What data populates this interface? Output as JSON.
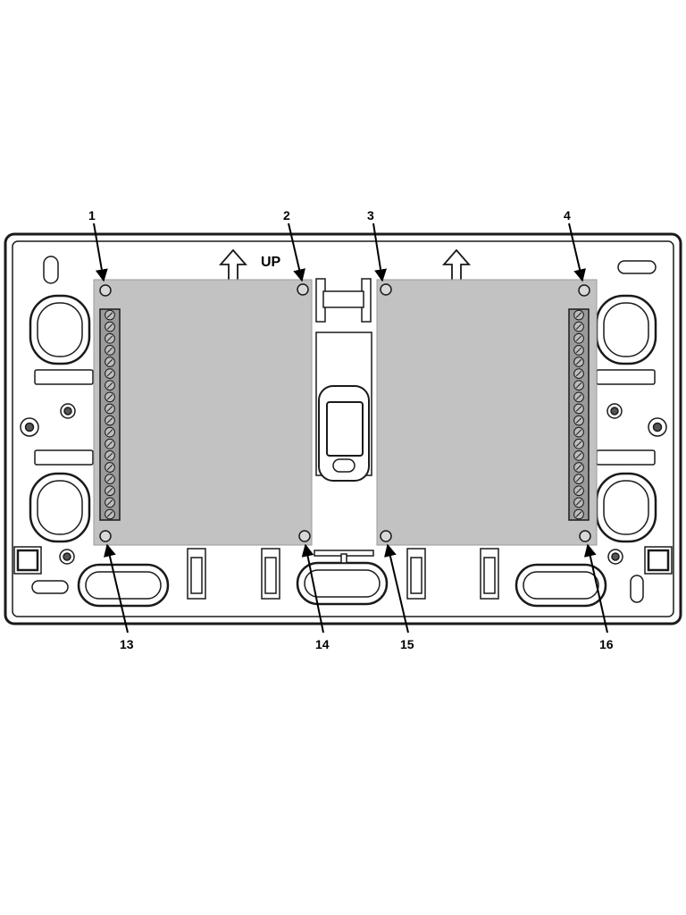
{
  "diagram": {
    "orientation_label": "UP",
    "callouts_top": [
      "1",
      "2",
      "3",
      "4"
    ],
    "callouts_bottom": [
      "13",
      "14",
      "15",
      "16"
    ],
    "colors": {
      "outline": "#1a1a1a",
      "panel_fill": "#c2c2c2",
      "terminal_fill": "#9a9a9a",
      "background": "#ffffff"
    }
  }
}
